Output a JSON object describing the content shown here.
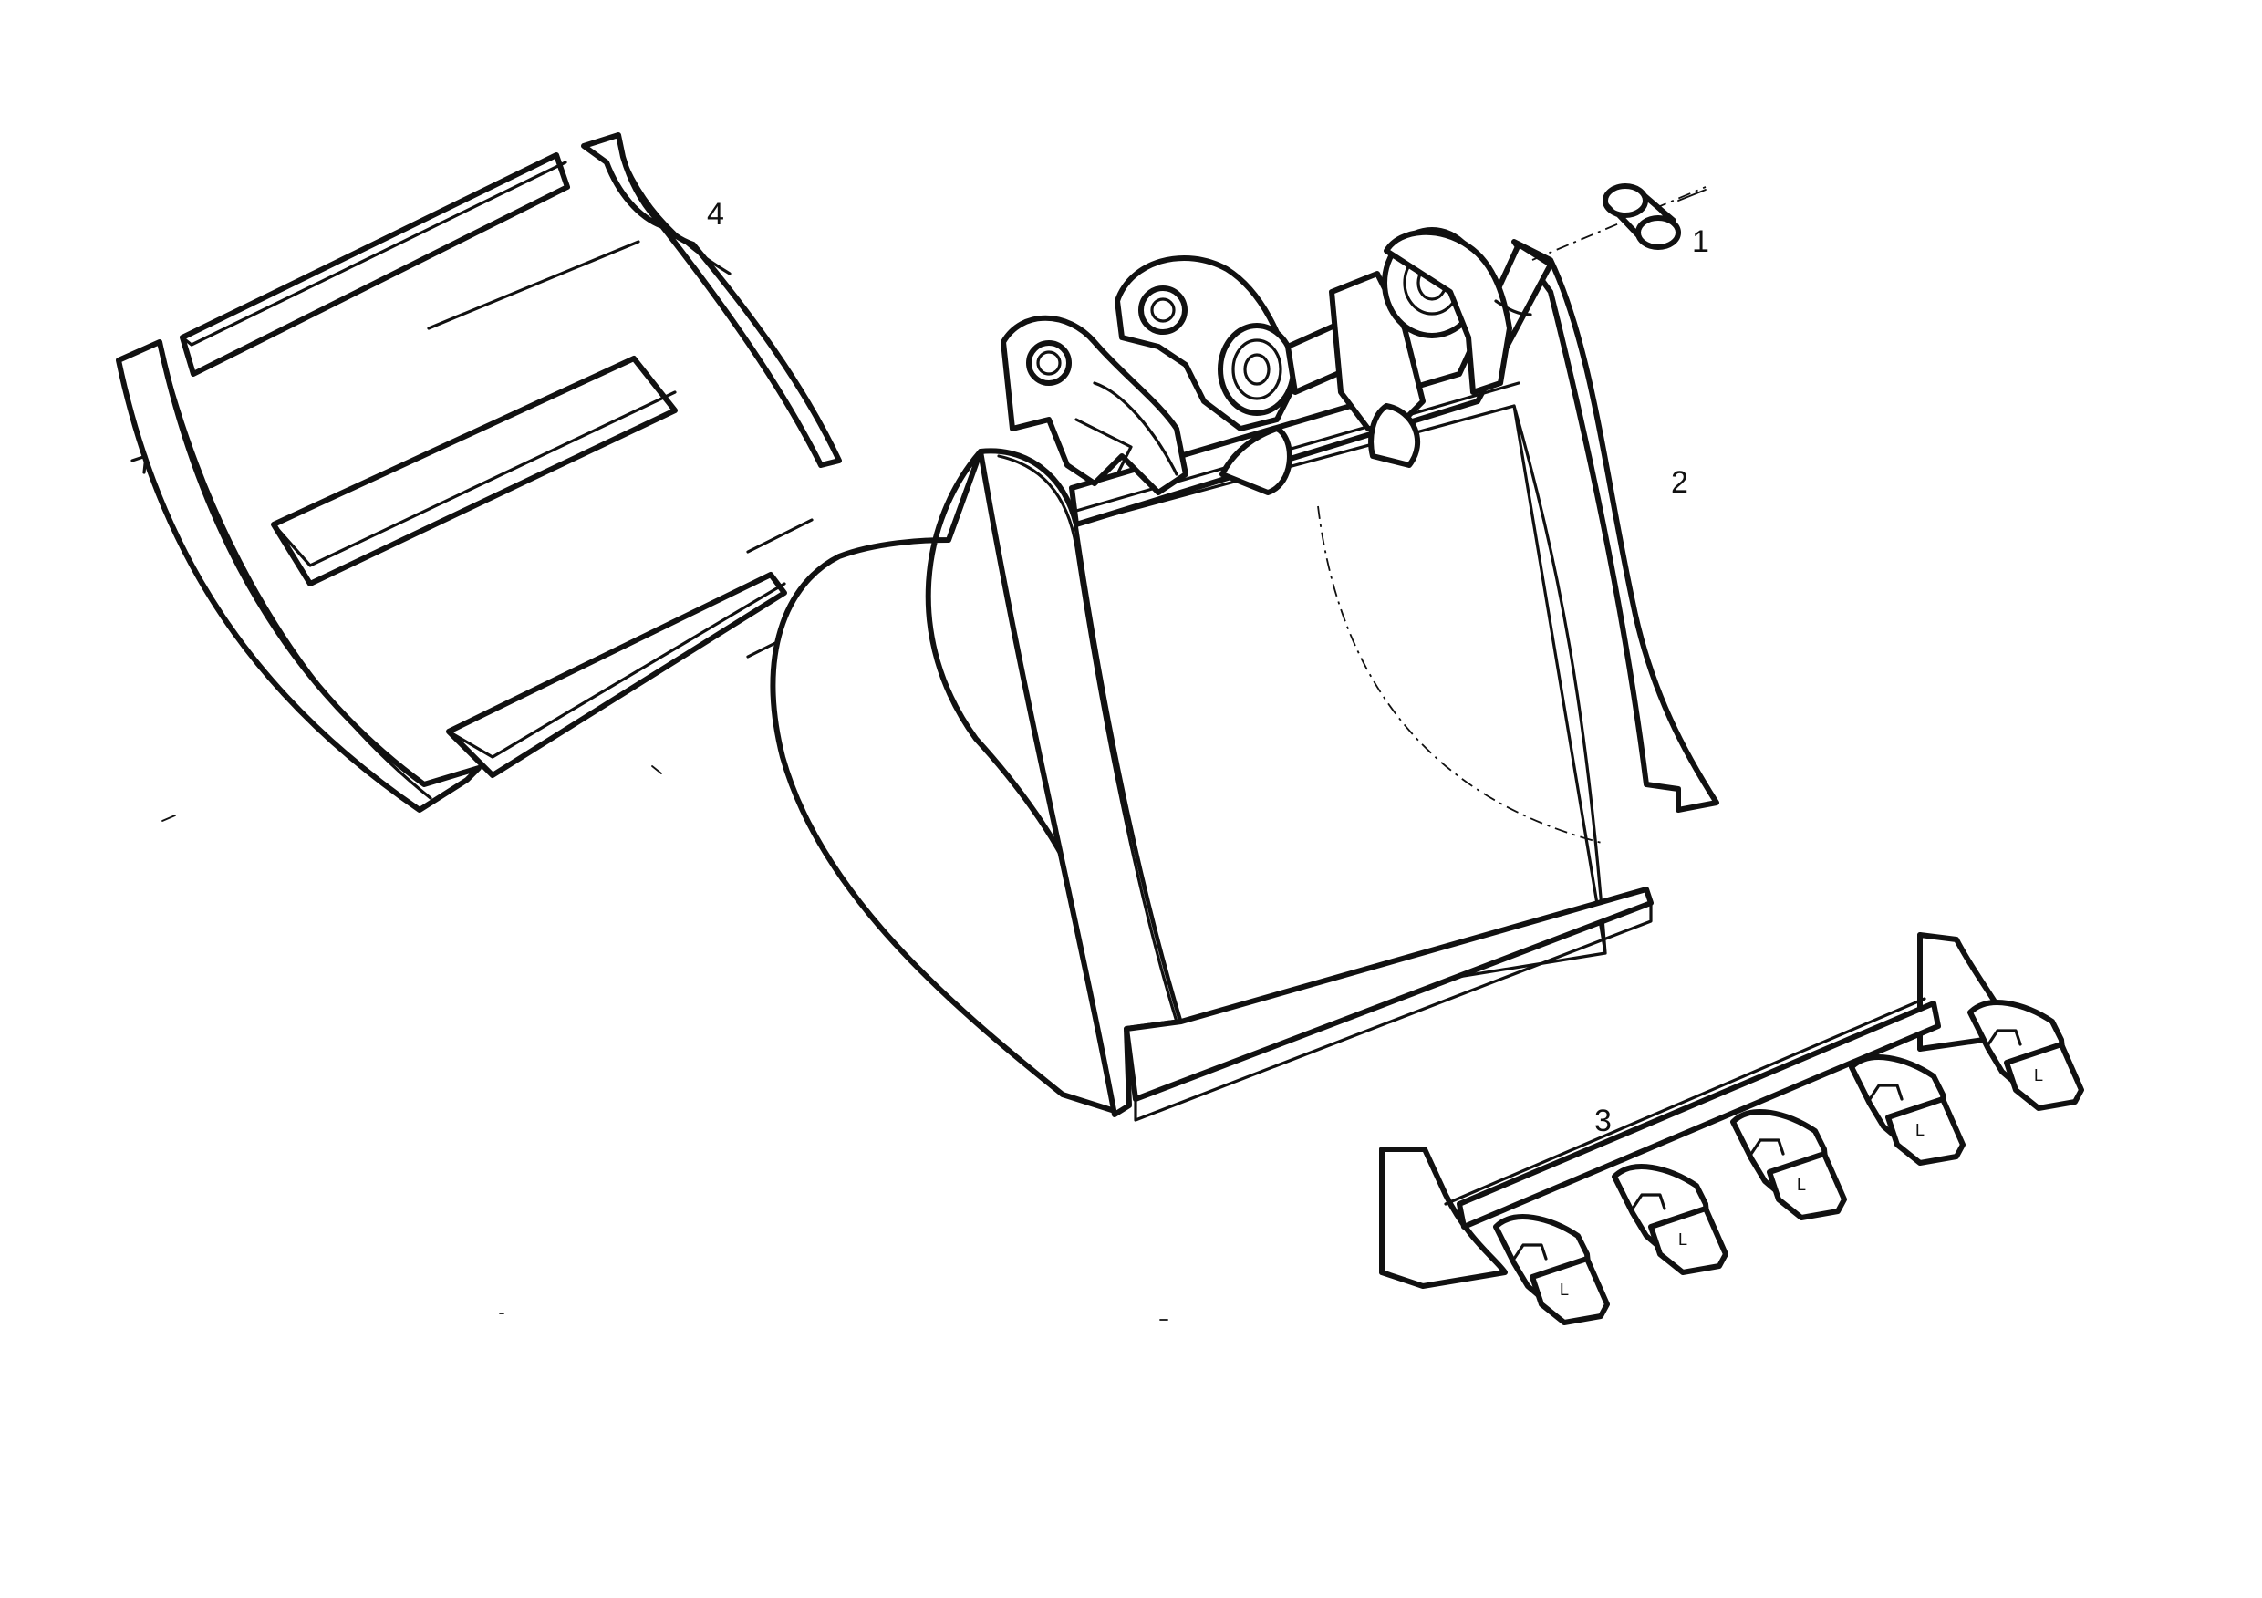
{
  "parts": [
    {
      "number": "1",
      "name": "bushing"
    },
    {
      "number": "2",
      "name": "bucket"
    },
    {
      "number": "3",
      "name": "tooth-adapter-assembly"
    },
    {
      "number": "4",
      "name": "wear-plate-set"
    }
  ],
  "tooth_mark": "L",
  "colors": {
    "ink": "#111111",
    "paper": "#ffffff"
  }
}
